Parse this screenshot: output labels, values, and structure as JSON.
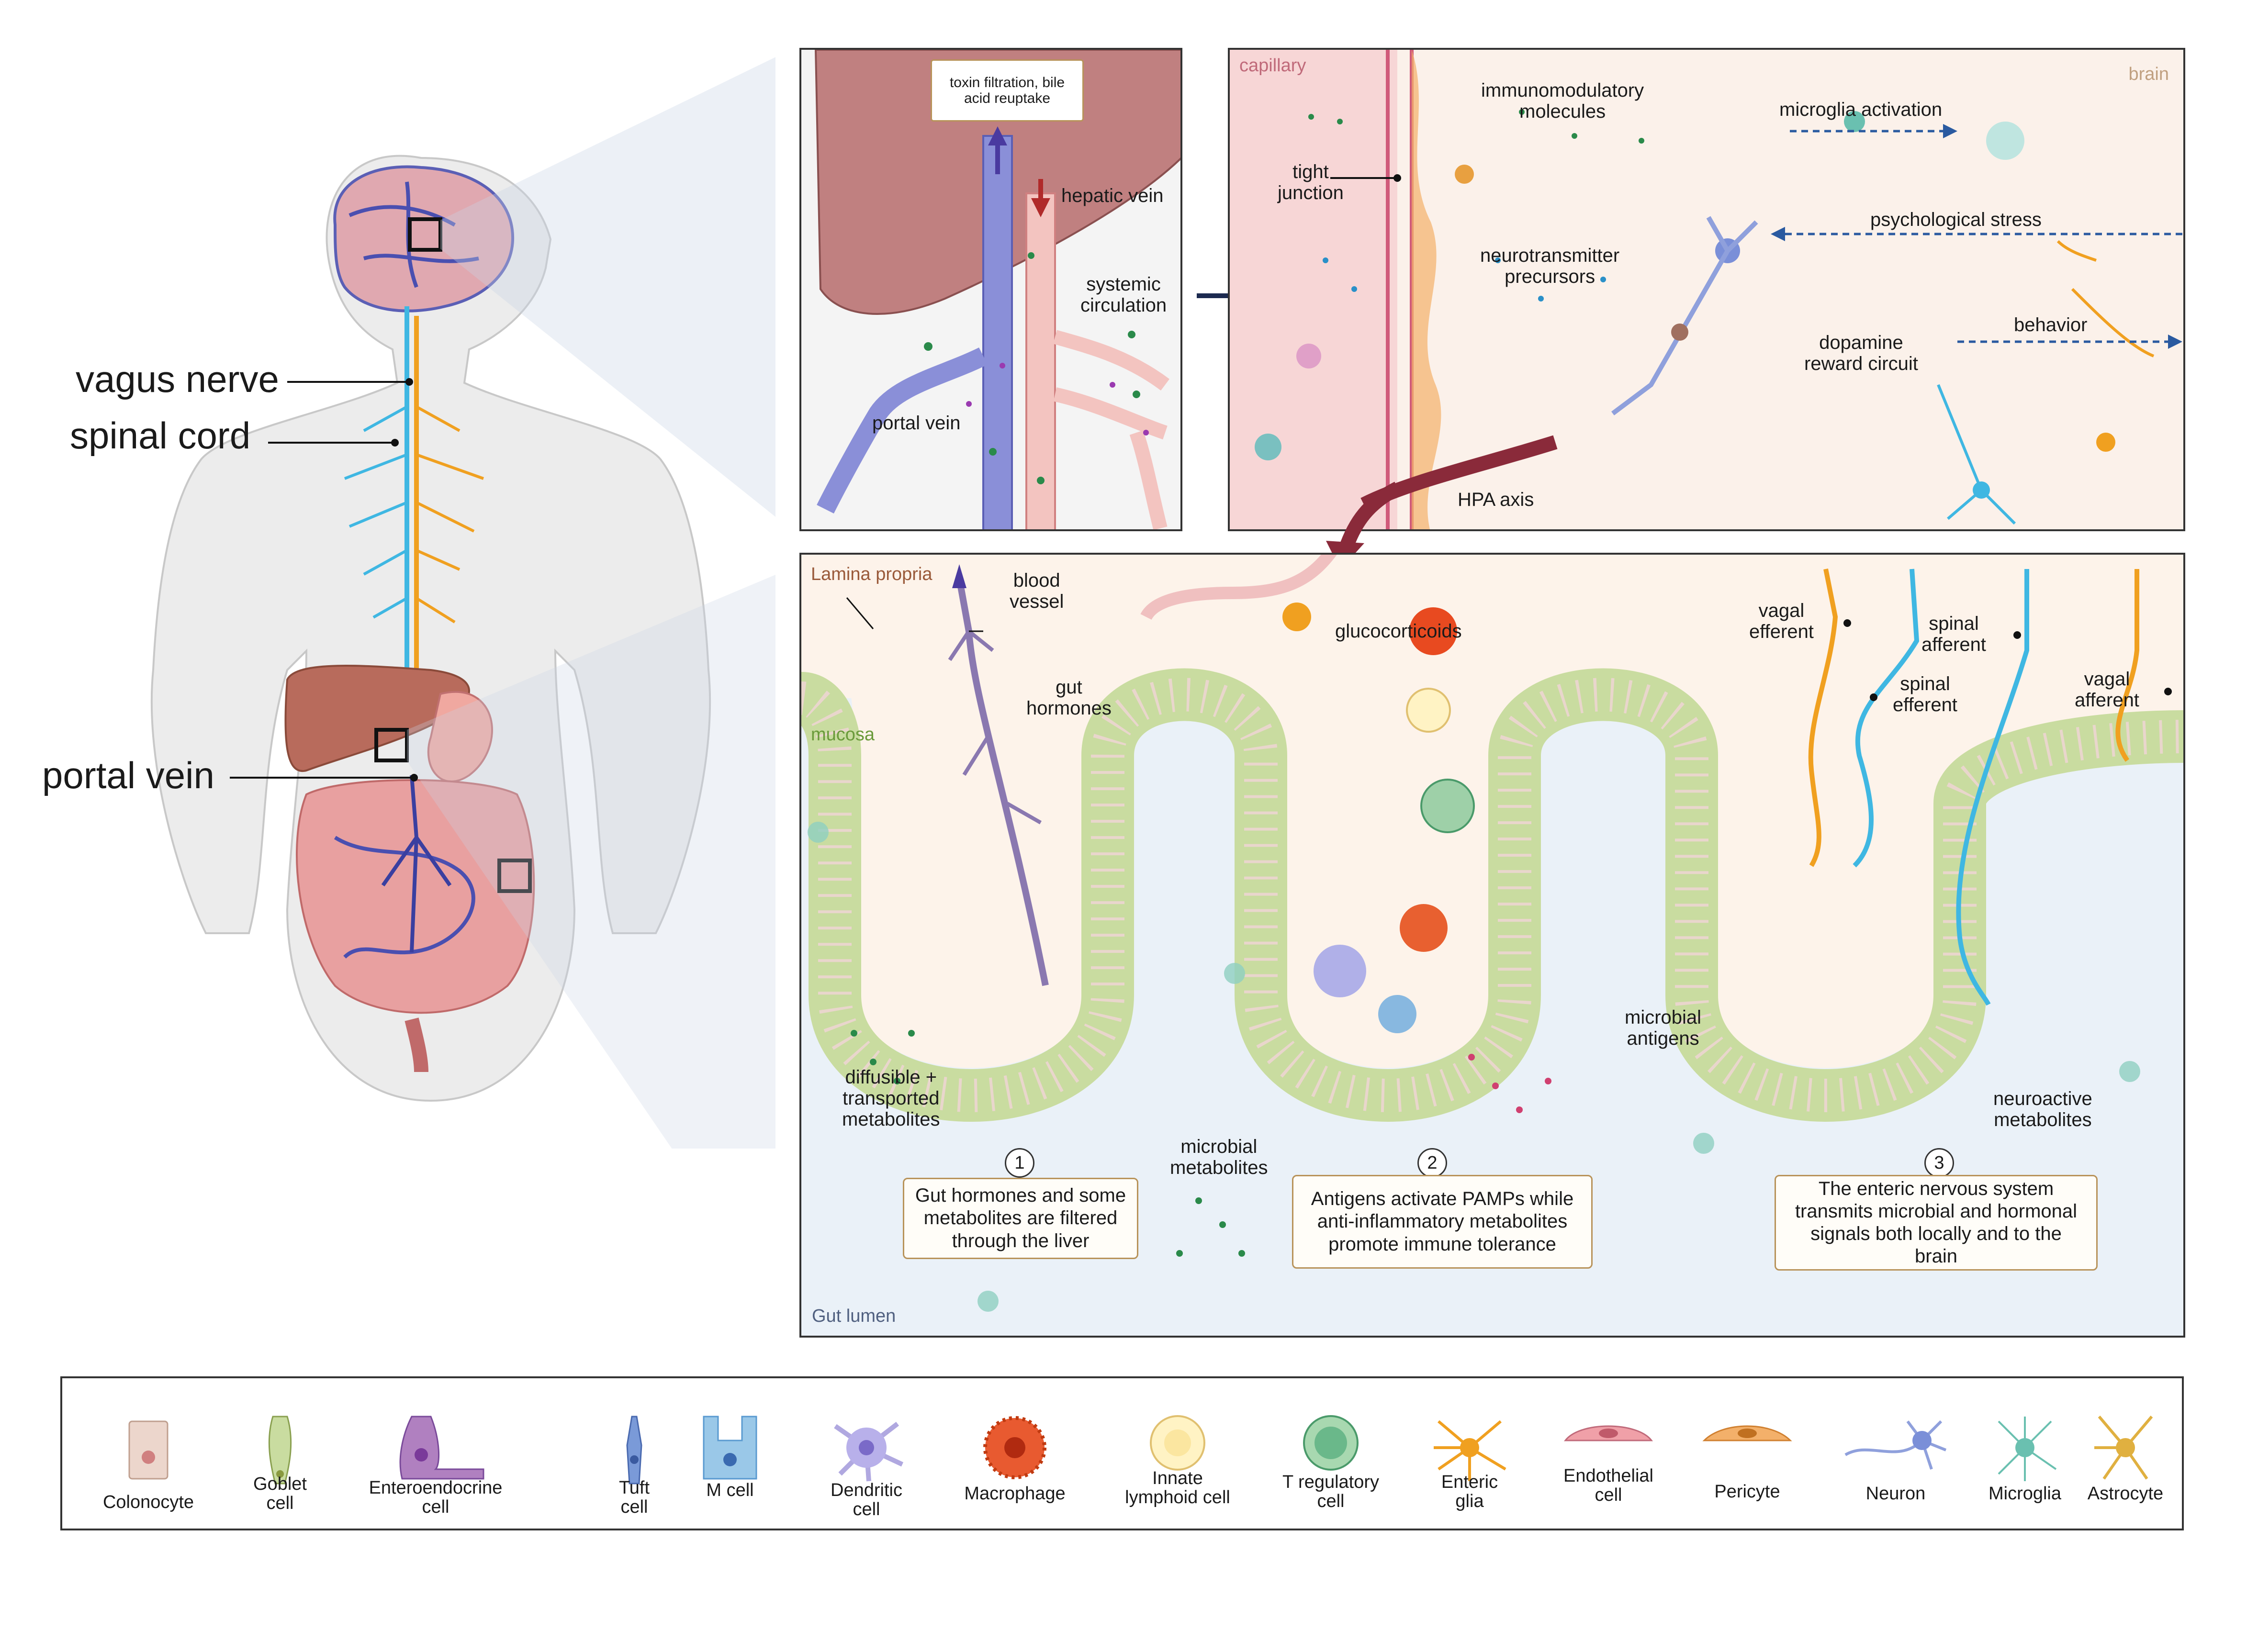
{
  "body_labels": {
    "vagus_nerve": "vagus nerve",
    "spinal_cord": "spinal cord",
    "portal_vein": "portal vein"
  },
  "liver_panel": {
    "toxin_box": "toxin filtration, bile\nacid reuptake",
    "hepatic_vein": "hepatic vein",
    "systemic_circulation": "systemic\ncirculation",
    "portal_vein": "portal vein"
  },
  "brain_panel": {
    "capillary": "capillary",
    "brain": "brain",
    "immunomodulatory": "immunomodulatory\nmolecules",
    "microglia_activation": "microglia activation",
    "tight_junction": "tight\njunction",
    "psychological_stress": "psychological stress",
    "neurotransmitter_precursors": "neurotransmitter\nprecursors",
    "behavior": "behavior",
    "dopamine": "dopamine\nreward circuit",
    "hpa_axis": "HPA axis"
  },
  "gut_panel": {
    "lamina_propria": "Lamina propria",
    "mucosa": "mucosa",
    "gut_lumen": "Gut lumen",
    "blood_vessel": "blood\nvessel",
    "glucocorticoids": "glucocorticoids",
    "gut_hormones": "gut\nhormones",
    "vagal_efferent": "vagal\nefferent",
    "spinal_afferent": "spinal\nafferent",
    "spinal_efferent": "spinal\nefferent",
    "vagal_afferent": "vagal\nafferent",
    "microbial_antigens": "microbial\nantigens",
    "diffusible": "diffusible +\ntransported\nmetabolites",
    "microbial_metabolites": "microbial\nmetabolites",
    "neuroactive": "neuroactive\nmetabolites",
    "callouts": [
      {
        "num": "1",
        "text": "Gut hormones and some\nmetabolites are filtered\nthrough the liver"
      },
      {
        "num": "2",
        "text": "Antigens activate PAMPs while\nanti-inflammatory metabolites\npromote immune tolerance"
      },
      {
        "num": "3",
        "text": "The enteric nervous system\ntransmits microbial and hormonal\nsignals both locally and to the\nbrain"
      }
    ]
  },
  "legend": [
    {
      "label": "Colonocyte",
      "icon": "colonocyte-icon"
    },
    {
      "label": "Goblet\ncell",
      "icon": "goblet-cell-icon"
    },
    {
      "label": "Enteroendocrine\ncell",
      "icon": "enteroendocrine-cell-icon"
    },
    {
      "label": "Tuft\ncell",
      "icon": "tuft-cell-icon"
    },
    {
      "label": "M cell",
      "icon": "m-cell-icon"
    },
    {
      "label": "Dendritic\ncell",
      "icon": "dendritic-cell-icon"
    },
    {
      "label": "Macrophage",
      "icon": "macrophage-icon"
    },
    {
      "label": "Innate\nlymphoid cell",
      "icon": "innate-lymphoid-cell-icon"
    },
    {
      "label": "T regulatory\ncell",
      "icon": "t-regulatory-cell-icon"
    },
    {
      "label": "Enteric\nglia",
      "icon": "enteric-glia-icon"
    },
    {
      "label": "Endothelial\ncell",
      "icon": "endothelial-cell-icon"
    },
    {
      "label": "Pericyte",
      "icon": "pericyte-icon"
    },
    {
      "label": "Neuron",
      "icon": "neuron-icon"
    },
    {
      "label": "Microglia",
      "icon": "microglia-icon"
    },
    {
      "label": "Astrocyte",
      "icon": "astrocyte-icon"
    }
  ],
  "colors": {
    "blue_vein": "#6f74c4",
    "red_vessel": "#e8a0a0",
    "spinal_blue": "#3fb7e2",
    "vagal_orange": "#f0a020",
    "mucosa_green": "#c9dca0",
    "lamina": "#fdf3ea",
    "lumen": "#eaf1f8",
    "callout_border": "#b8935a",
    "arrow_dark": "#2a3a60",
    "hpa_arrow": "#8a2a3a"
  }
}
